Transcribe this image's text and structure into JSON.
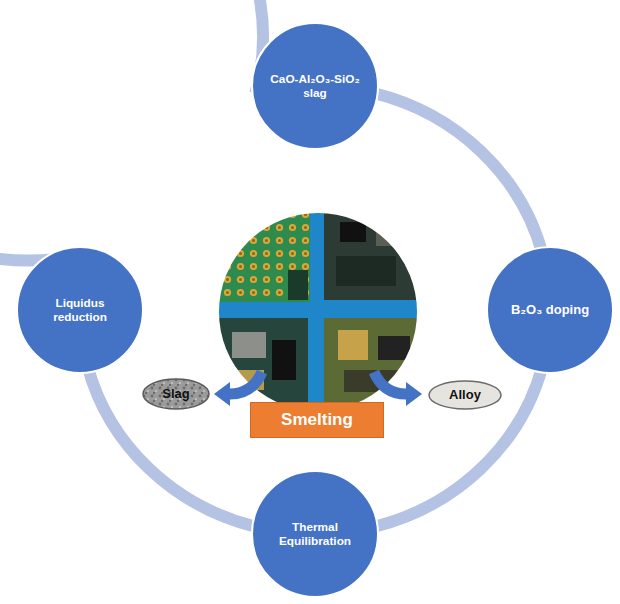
{
  "diagram": {
    "nodes": [
      {
        "text": [
          "CaO-Al₂O₃-SiO₂ slag"
        ]
      },
      {
        "text": [
          "Liquidus reduction"
        ]
      },
      {
        "text": [
          "B₂O₃ doping"
        ]
      },
      {
        "text": [
          "Slag"
        ]
      },
      {
        "text": [
          "Smelting"
        ]
      },
      {
        "text": [
          "Alloy"
        ]
      },
      {
        "text": [
          "Thermal Equilibration"
        ]
      }
    ],
    "edges": [
      {
        "from": 0,
        "to": 2,
        "arrow": "none"
      },
      {
        "from": 2,
        "to": 6,
        "arrow": "none"
      },
      {
        "from": 6,
        "to": 1,
        "arrow": "none"
      },
      {
        "from": 1,
        "to": 0,
        "arrow": "none"
      }
    ]
  }
}
